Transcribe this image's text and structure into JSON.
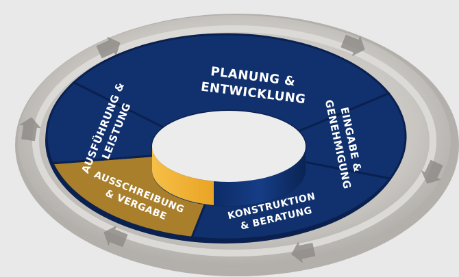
{
  "colors": {
    "background": "#e9e9e9",
    "navy": "#10306e",
    "navy_dark": "#0a2150",
    "gold": "#a97f2c",
    "gold_light": "#f2b233",
    "ring_gray": "#bdbab6",
    "ring_light": "#d9d7d4"
  },
  "segments": [
    {
      "id": "planung",
      "lines": [
        "PLANUNG &",
        "ENTWICKLUNG"
      ],
      "highlighted": false
    },
    {
      "id": "eingabe",
      "lines": [
        "EINGABE &",
        "GENEHMIGUNG"
      ],
      "highlighted": false
    },
    {
      "id": "konstruktion",
      "lines": [
        "KONSTRUKTION",
        "& BERATUNG"
      ],
      "highlighted": false
    },
    {
      "id": "ausschreibung",
      "lines": [
        "AUSSCHREIBUNG",
        "& VERGABE"
      ],
      "highlighted": true
    },
    {
      "id": "ausfuehrung",
      "lines": [
        "AUSFÜHRUNG &",
        "LEISTUNG"
      ],
      "highlighted": false
    }
  ]
}
